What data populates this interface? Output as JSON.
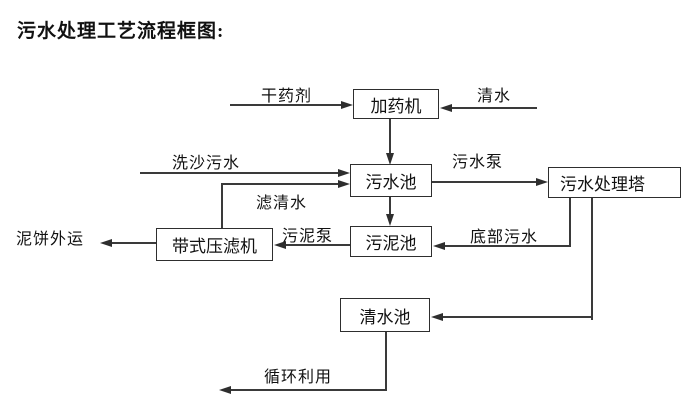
{
  "title": "污水处理工艺流程框图:",
  "diagram": {
    "nodes": {
      "dosing_machine": {
        "label": "加药机"
      },
      "sewage_pool": {
        "label": "污水池"
      },
      "treatment_tower": {
        "label": "污水处理塔"
      },
      "sludge_pool": {
        "label": "污泥池"
      },
      "belt_filter_press": {
        "label": "带式压滤机"
      },
      "clean_water_pool": {
        "label": "清水池"
      }
    },
    "flow_labels": {
      "dry_agent": "干药剂",
      "clean_water_in": "清水",
      "sand_wash_sewage": "洗沙污水",
      "filtered_water": "滤清水",
      "sewage_pump": "污水泵",
      "bottom_sewage": "底部污水",
      "sludge_pump": "污泥泵",
      "mud_cake_out": "泥饼外运",
      "recycle_use": "循环利用"
    },
    "colors": {
      "line": "#3a3a3a",
      "box_border": "#2e2e2e",
      "text": "#111111",
      "background": "#ffffff"
    }
  }
}
